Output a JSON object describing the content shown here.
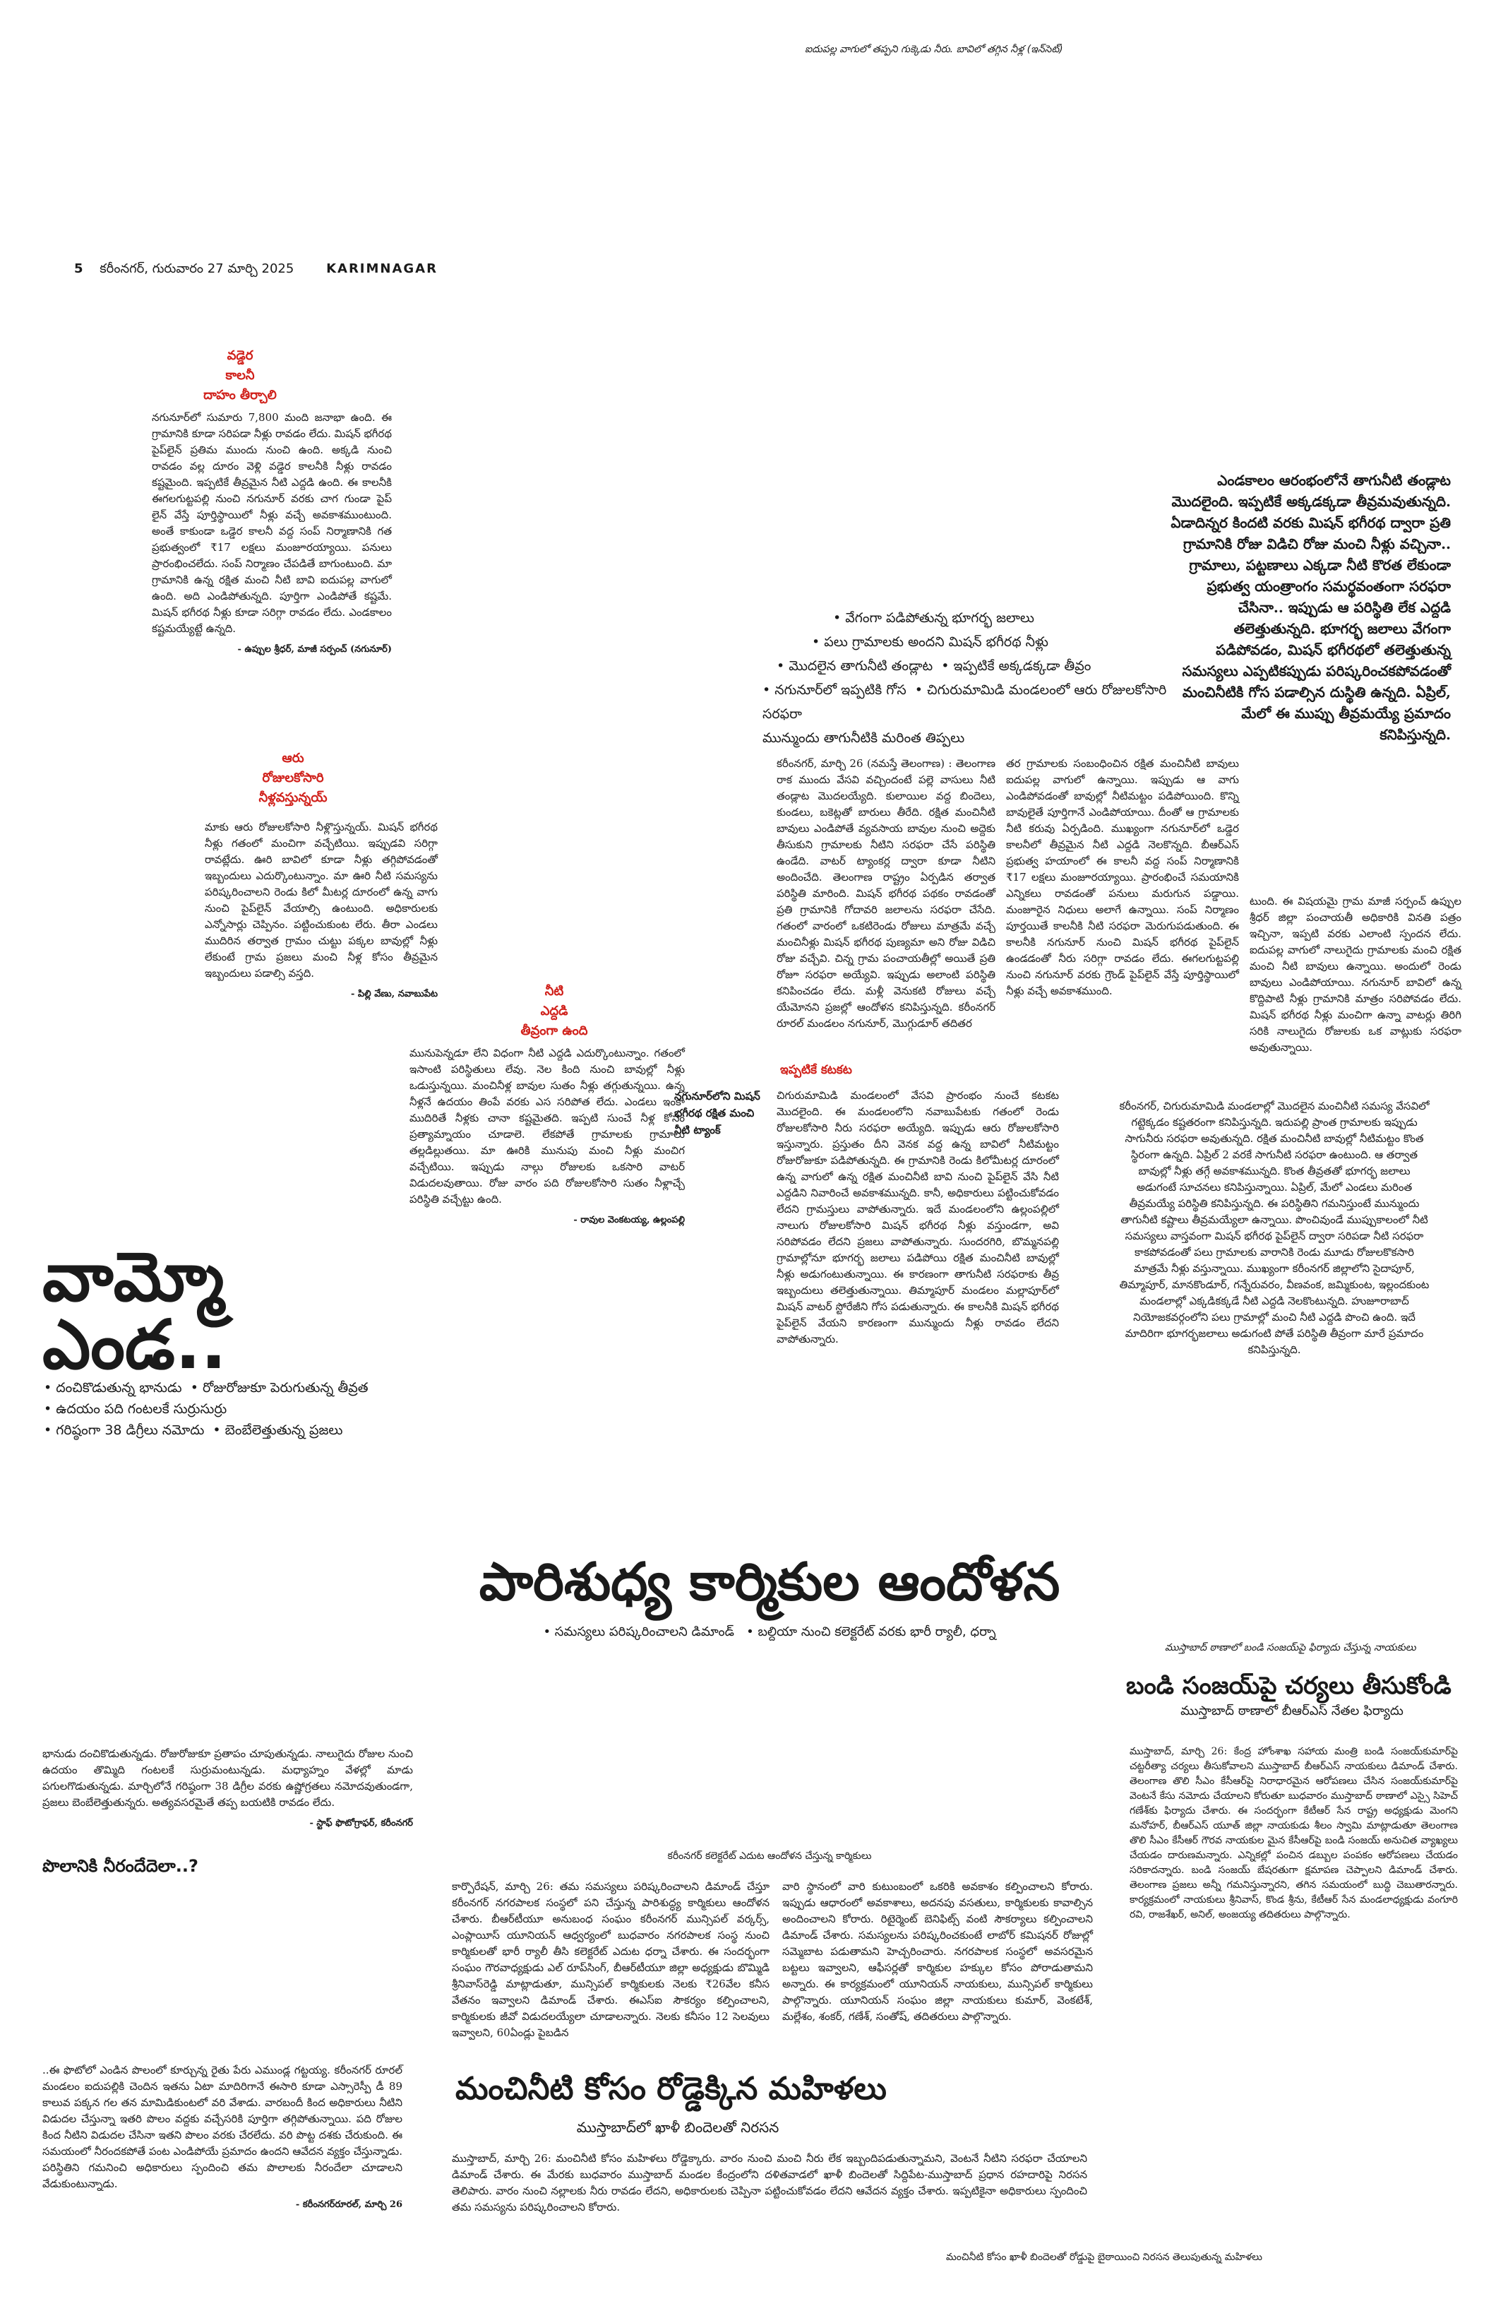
{
  "top_caption": "ఐదుపల్ల వాగులో తప్పని గుక్కెడు నీరు. బావిలో తగ్గిన నీళ్ల (ఇన్‌సెట్)",
  "header": {
    "page_no": "5",
    "dateline": "కరీంనగర్, గురువారం 27 మార్చి 2025",
    "edition": "KARIMNAGAR"
  },
  "box1": {
    "title": [
      "వడ్డెర",
      "కాలనీ",
      "దాహం తీర్చాలి"
    ],
    "body": "నగునూర్‌లో సుమారు 7,800 మంది జనాభా ఉంది. ఈ గ్రామానికి కూడా సరిపడా నీళ్లు రావడం లేదు. మిషన్ భగీరథ పైప్‌లైన్ ప్రతిమ ముందు నుంచి ఉంది. అక్కడి నుంచి రావడం వల్ల దూరం వెళ్లి వడ్డెర కాలనీకి నీళ్లు రావడం కష్టమైంది. ఇప్పటికే తీవ్రమైన నీటి ఎద్దడి ఉంది. ఈ కాలనీకి ఈగలగుట్టపల్లి నుంచి నగునూర్ వరకు చాగ గుండా పైప్ లైన్ వేస్తే పూర్తిస్థాయిలో నీళ్లు వచ్చే అవకాశముంటుంది. అంతే కాకుండా ఒడ్డెర కాలనీ వద్ద సంప్ నిర్మాణానికి గత ప్రభుత్వంలో ₹17 లక్షలు మంజూరయ్యాయి. పనులు ప్రారంభించలేదు. సంప్ నిర్మాణం చేపడితే బాగుంటుంది. మా గ్రామానికి ఉన్న రక్షిత మంచి నీటి బావి ఐదుపల్ల వాగులో ఉంది. అది ఎండిపోతున్నది. పూర్తిగా ఎండిపోతే కష్టమే. మిషన్ భగీరథ నీళ్లు కూడా సరిగ్గా రావడం లేదు. ఎండకాలం కష్టమయ్యేట్టే ఉన్నది.",
    "signature": "- ఉప్పుల శ్రీధర్, మాజీ సర్పంచ్ (నగునూర్)"
  },
  "box2": {
    "title": [
      "ఆరు",
      "రోజులకోసారి",
      "నీళ్లవస్తున్నయ్"
    ],
    "body": "మాకు ఆరు రోజులకోసారి నీళ్లొస్తున్నయ్. మిషన్ భగీరథ నీళ్లు గతంలో మంచిగా వచ్చేటియి. ఇప్పుడవి సరిగ్గా రావట్లేదు. ఊరి బావిలో కూడా నీళ్లు తగ్గిపోవడంతో ఇబ్బందులు ఎదుర్కొంటున్నాం. మా ఊరి నీటి సమస్యను పరిష్కరించాలని రెండు కిలో మీటర్ల దూరంలో ఉన్న వాగు నుంచి పైప్‌లైన్ వేయాల్సి ఉంటుంది. అధికారులకు ఎన్నోసార్లు చెప్పినం. పట్టించుకుంట లేరు. తీరా ఎండలు ముదిరిన తర్వాత గ్రామం చుట్టు పక్కల బావుల్లో నీళ్లు లేకుంటే గ్రామ ప్రజలు మంచి నీళ్ల కోసం తీవ్రమైన ఇబ్బందులు పడాల్సి వస్తది.",
    "signature": "- పిల్లి వేణు, నవాబుపేట"
  },
  "box3": {
    "title": [
      "నీటి",
      "ఎద్దడి",
      "తీవ్రంగా ఉంది"
    ],
    "body": "మునుపెన్నడూ లేని విధంగా నీటి ఎద్దడి ఎదుర్కొంటున్నాం. గతంలో ఇసాంటి పరిస్థితులు లేవు. నెల కింది నుంచి బావుల్లో నీళ్లు ఒడుస్తున్నయి. మంచినీళ్ల బావుల సుతం నీళ్లు తగ్గుతున్నయి. ఉన్న నీళ్లనే ఉదయం తింపే వరకు ఎస సరిపోత లేదు. ఎండలు ఇంకా ముదిరితే నీళ్లకు చానా కష్టమైతది. ఇప్పటి సుంచే నీళ్ల కోసం ప్రత్యామ్నాయం చూడాలె. లేకపోతే గ్రామాలకు గ్రామాలు తల్లడిల్లుతయి. మా ఊరికి మునుపు మంచి నీళ్లు మంచిగ వచ్చేటియి. ఇప్పుడు నాల్గు రోజులకు ఒకసారి వాటర్ విడుదలవుతాయి. రోజు వారం పది రోజులకోసారి సుతం నీళ్లాచ్చే పరిస్థితి వచ్చేట్టు ఉంది.",
    "signature": "- రావుల వెంకటయ్య, ఉల్లంపల్లి"
  },
  "mid_bullets": [
    "వేగంగా పడిపోతున్న భూగర్భ జలాలు",
    "పలు గ్రామాలకు అందని మిషన్ భగీరథ నీళ్లు",
    "మొదలైన తాగునీటి తండ్లాట",
    "ఇప్పటికే అక్కడక్కడా తీవ్రం",
    "నగునూర్‌లో ఇప్పటికి గోస",
    "చిగురుమామిడి మండలంలో ఆరు రోజులకోసారి సరఫరా",
    "మున్ముందు తాగునీటికి మరింత తిప్పలు"
  ],
  "intro": {
    "text": "ఎండకాలం ఆరంభంలోనే తాగునీటి తండ్లాట మొదలైంది. ఇప్పటికే అక్కడక్కడా తీవ్రమవుతున్నది. ఏడాదిన్నర కిందటి వరకు మిషన్ భగీరథ ద్వారా ప్రతి గ్రామానికి రోజు విడిచి రోజు మంచి నీళ్లు వచ్చినా.. గ్రామాలు, పట్టణాలు ఎక్కడా నీటి కొరత లేకుండా ప్రభుత్వ యంత్రాంగం సమర్థవంతంగా సరఫరా చేసినా.. ఇప్పుడు ఆ పరిస్థితి లేక ఎద్దడి తలెత్తుతున్నది. భూగర్భ జలాలు వేగంగా పడిపోవడం, మిషన్ భగీరథలో తలెత్తుతున్న సమస్యలు ఎప్పటికప్పుడు పరిష్కరించకపోవడంతో మంచినీటికి గోస పడాల్సిన దుస్థితి ఉన్నది. ఏప్రిల్, మేలో ఈ ముప్పు తీవ్రమయ్యే ప్రమాదం కనిపిస్తున్నది."
  },
  "col_a": "కరీంనగర్, మార్చి 26 (నమస్తే తెలంగాణ) : తెలంగాణ రాక ముందు వేసవి వచ్చిందంటే పల్లె వాసులు నీటి తండ్లాట మొదలయ్యేది. కులాయిల వద్ద బిందెలు, కుండలు, బకెట్లతో బారులు తీరేది. రక్షిత మంచినీటి బావులు ఎండిపోతే వ్యవసాయ బావుల నుంచి అద్దెకు తీసుకుని గ్రామాలకు నీటిని సరఫరా చేసే పరిస్థితి ఉండేది. వాటర్ ట్యాంకర్ల ద్వారా కూడా నీటిని అందించేది. తెలంగాణ రాష్ట్రం ఏర్పడిన తర్వాత పరిస్థితి మారింది. మిషన్ భగీరథ పథకం రావడంతో ప్రతి గ్రామానికి గోదావరి జలాలను సరఫరా చేసేది. గతంలో వారంలో ఒకటిరెండు రోజులు మాత్రమే వచ్చే మంచినీళ్లు మిషన్ భగీరథ పుణ్యమా అని రోజు విడిచి రోజు వచ్చేవి. చిన్న గ్రామ పంచాయతీల్లో అయితే ప్రతి రోజూ సరఫరా అయ్యేవి. ఇప్పుడు అలాంటి పరిస్థితి కనిపించడం లేదు. మళ్లీ వెనుకటి రోజులు వచ్చే యేమోనని ప్రజల్లో ఆందోళన కనిపిస్తున్నది. కరీంనగర్ రూరల్ మండలం నగునూర్, మొగ్గుడూర్ తదితర",
  "col_b": "తర గ్రామాలకు సంబంధించిన రక్షిత మంచినీటి బావులు ఐదుపల్ల వాగులో ఉన్నాయి. ఇప్పుడు ఆ వాగు ఎండిపోవడంతో బావుల్లో నీటిమట్టం పడిపోయింది. కొన్ని బావులైతే పూర్తిగానే ఎండిపోయాయి. దీంతో ఆ గ్రామాలకు నీటి కరువు ఏర్పడింది. ముఖ్యంగా నగునూర్‌లో ఒడ్డెర కాలనీలో తీవ్రమైన నీటి ఎద్దడి నెలకొన్నది. బీఆర్ఎస్ ప్రభుత్వ హయాంలో ఈ కాలనీ వద్ద సంప్ నిర్మాణానికి ₹17 లక్షలు మంజూరయ్యాయి. ప్రారంభించే సమయానికి ఎన్నికలు రావడంతో పనులు మరుగున పడ్డాయి. మంజూరైన నిధులు అలాగే ఉన్నాయి. సంప్ నిర్మాణం పూర్తయితే కాలనీకి నీటి సరఫరా మెరుగుపడుతుంది. ఈ కాలనీకి నగునూర్ నుంచి మిషన్ భగీరథ పైప్‌లైన్ ఉండడంతో నీరు సరిగ్గా రావడం లేదు. ఈగలగుట్టపల్లి నుంచి నగునూర్ వరకు గ్రౌండ్ పైప్‌లైన్ వేస్తే పూర్తిస్థాయిలో నీళ్లు వచ్చే అవకాశముంది.",
  "photo_caption": "నగునూర్‌లోని మిషన్ భగీరథ రక్షిత మంచి నీటి ట్యాంక్",
  "col_c_head": "ఇప్పటికే కటకట",
  "col_c": "చిగురుమామిడి మండలంలో వేసవి ప్రారంభం నుంచే కటకట మొదలైంది. ఈ మండలంలోని నవాబుపేటకు గతంలో రెండు రోజులకోసారి నీరు సరఫరా అయ్యేది. ఇప్పుడు ఆరు రోజులకోసారి ఇస్తున్నారు. ప్రస్తుతం దీని వెనక వద్ద ఉన్న బావిలో నీటిమట్టం రోజురోజుకూ పడిపోతున్నది. ఈ గ్రామానికి రెండు కిలోమీటర్ల దూరంలో ఉన్న వాగులో ఉన్న రక్షిత మంచినీటి బావి నుంచి పైప్‌లైన్ వేసి నీటి ఎద్దడిని నివారించే అవకాశమున్నది. కానీ, అధికారులు పట్టించుకోవడం లేదని గ్రామస్తులు వాపోతున్నారు. ఇదే మండలంలోని ఉల్లంపల్లిలో నాలుగు రోజులకోసారి మిషన్ భగీరథ నీళ్లు వస్తుండగా, అవి సరిపోవడం లేదని ప్రజలు వాపోతున్నారు. సుందరగిరి, బొమ్మనపల్లి గ్రామాల్లోనూ భూగర్భ జలాలు పడిపోయి రక్షిత మంచినీటి బావుల్లో నీళ్లు అడుగంటుతున్నాయి. ఈ కారణంగా తాగునీటి సరఫరాకు తీవ్ర ఇబ్బందులు తలెత్తుతున్నాయి. తిమ్మాపూర్ మండలం మల్లాపూర్‌లో మిషన్ వాటర్ స్టోరేజీని గోస పడుతున్నారు. ఈ కాలనీకి మిషన్ భగీరథ పైప్‌లైన్ వేయని కారణంగా మున్ముందు నీళ్లు రావడం లేదని వాపోతున్నారు.",
  "col_d": "టుంది. ఈ విషయమై గ్రామ మాజీ సర్పంచ్ ఉప్పుల శ్రీధర్ జిల్లా పంచాయతీ అధికారికి వినతి పత్రం ఇచ్చినా, ఇప్పటి వరకు ఎలాంటి స్పందన లేదు. ఐదుపల్ల వాగులో నాలుగైదు గ్రామాలకు మంచి రక్షిత మంచి నీటి బావులు ఉన్నాయి. అందులో రెండు బావులు ఎండిపోయాయి. నగునూర్ బావిలో ఉన్న కొద్దిపాటి నీళ్లు గ్రామానికి మాత్రం సరిపోవడం లేదు. మిషన్ భగీరథ నీళ్లు మంచిగా ఉన్నా వాటర్లు తిరిగి సరికి నాలుగైదు రోజులకు ఒక వాట్లుకు సరఫరా అవుతున్నాయి.",
  "col_e": "కరీంనగర్, చిగురుమామిడి మండలాల్లో మొదలైన మంచినీటి సమస్య వేసవిలో గట్టెక్కడం కష్టతరంగా కనిపిస్తున్నది. ఇదుపల్లి ప్రాంత గ్రామాలకు ఇప్పుడు సాగునీరు సరఫరా అవుతున్నది. రక్షిత మంచినీటి బావుల్లో నీటిమట్టం కొంత స్థిరంగా ఉన్నది. ఏప్రిల్ 2 వరకే సాగునీటి సరఫరా ఉంటుంది. ఆ తర్వాత బావుల్లో నీళ్లు తగ్గే అవకాశమున్నది. కొంత తీవ్రతతో భూగర్భ జలాలు అడుగంటే సూచనలు కనిపిస్తున్నాయి. ఏప్రిల్, మేలో ఎండలు మరింత తీవ్రమయ్యే పరిస్థితి కనిపిస్తున్నది. ఈ పరిస్థితిని గమనిస్తుంటే మున్ముందు తాగునీటి కష్టాలు తీవ్రమయ్యేలా ఉన్నాయి. పొంచివుండే ముప్పుకాలంలో నీటి సమస్యలు వాస్తవంగా మిషన్ భగీరథ పైప్‌లైన్ ద్వారా సరిపడా నీటి సరఫరా కాకపోవడంతో పలు గ్రామాలకు వారానికి రెండు మూడు రోజులకొకసారి మాత్రమే నీళ్లు వస్తున్నాయి. ముఖ్యంగా కరీంనగర్ జిల్లాలోని సైదాపూర్, తిమ్మాపూర్, మానకొండూర్, గన్నేరువరం, వీణవంక, జమ్మికుంట, ఇల్లందకుంట మండలాల్లో ఎక్కడికక్కడే నీటి ఎద్దడి నెలకొంటున్నది. హుజూరాబాద్ నియోజకవర్గంలోని పలు గ్రామాల్లో మంచి నీటి ఎద్దడి పొంచి ఉంది. ఇదే మాదిరిగా భూగర్భజలాలు అడుగంటి పోతే పరిస్థితి తీవ్రంగా మారే ప్రమాదం కనిపిస్తున్నది.",
  "vamma": {
    "headline_1": "వామ్మో",
    "headline_2": "ఎండ..",
    "bullets": [
      "దంచికొడుతున్న భానుడు",
      "రోజురోజుకూ పెరుగుతున్న తీవ్రత",
      "ఉదయం పది గంటలకే సుర్రుసుర్రు",
      "గరిష్ఠంగా 38 డిగ్రీలు నమోదు",
      "బెంబేలెత్తుతున్న ప్రజలు"
    ],
    "body": "భానుడు దంచికొడుతున్నడు. రోజురోజుకూ ప్రతాపం చూపుతున్నడు. నాలుగైదు రోజుల నుంచి ఉదయం తొమ్మిది గంటలకే సుర్రుమంటున్నడు. మధ్యాహ్నం వేళల్లో మాడు పగులగొడుతున్నడు. మార్చిలోనే గరిష్ఠంగా 38 డిగ్రీల వరకు ఉష్ణోగ్రతలు నమోదవుతుండగా, ప్రజలు బెంబేలెత్తుతున్నరు. అత్యవసరమైతే తప్ప బయటికి రావడం లేదు.",
    "signature": "- స్టాఫ్ ఫొటోగ్రాఫర్, కరీంనగర్"
  },
  "polam": {
    "headline": "పొలానికి నీరందేదెలా..?",
    "body": "..ఈ ఫొటోలో ఎండిన పొలంలో కూర్చున్న రైతు పేరు ఎముండ్ల గట్టయ్య. కరీంనగర్ రూరల్ మండలం ఐదుపల్లికి చెందిన ఇతను ఏటా మాదిరిగానే ఈసారి కూడా ఎస్సారెస్పీ డీ 89 కాలువ పక్కన గల తన మామిడికుంటలో వరి వేశాడు. వారబందీ కింద అధికారులు నీటిని విడుదల చేస్తున్నా ఇతరి పొలం వద్దకు వచ్చేసరికి పూర్తిగా తగ్గిపోతున్నాయి. పది రోజుల కింద నీటిని విడుదల చేసినా ఇతని పొలం వరకు చేరలేదు. వరి పొట్ట దశకు చేరుకుంది. ఈ సమయంలో నీరందకపోతే పంట ఎండిపోయే ప్రమాదం ఉందని ఆవేదన వ్యక్తం చేస్తున్నాడు. పరిస్థితిని గమనించి అధికారులు స్పందించి తమ పొలాలకు నీరందేలా చూడాలని వేడుకుంటున్నాడు.",
    "signature": "- కరీంనగర్‌రూరల్, మార్చి 26"
  },
  "parishudhya": {
    "headline": "పారిశుధ్య కార్మికుల ఆందోళన",
    "sub_1": "సమస్యలు పరిష్కరించాలని డిమాండ్",
    "sub_2": "బల్దియా నుంచి కలెక్టరేట్ వరకు భారీ ర్యాలీ, ధర్నా",
    "photo_caption": "కరీంనగర్ కలెక్టరేట్ ఎదుట ఆందోళన చేస్తున్న కార్మికులు",
    "col_1": "కార్పొరేషన్, మార్చి 26: తమ సమస్యలు పరిష్కరించాలని డిమాండ్ చేస్తూ కరీంనగర్ నగరపాలక సంస్థలో పని చేస్తున్న పారిశుద్ధ్య కార్మికులు ఆందోళన చేశారు. బీఆర్‌టీయూ అనుబంధ సంఘం కరీంనగర్ మున్సిపల్ వర్కర్స్, ఎంప్లాయీస్ యూనియన్ ఆధ్వర్యంలో బుధవారం నగరపాలక సంస్థ నుంచి కార్మికులతో భారీ ర్యాలీ తీసి కలెక్టరేట్ ఎదుట ధర్నా చేశారు. ఈ సందర్భంగా సంఘం గౌరవాధ్యక్షుడు ఎల్ రూప్‌సింగ్, బీఆర్‌టీయూ జిల్లా అధ్యక్షుడు బొమ్మిడి శ్రీనివాస్‌రెడ్డి మాట్లాడుతూ, మున్సిపల్ కార్మికులకు నెలకు ₹26వేల కనీస వేతనం ఇవ్వాలని డిమాండ్ చేశారు. ఈఎస్‌ఐ సౌకర్యం కల్పించాలని, కార్మికులకు జీవో విడుదలయ్యేలా చూడాలన్నారు. నెలకు కనీసం 12 సెలవులు ఇవ్వాలని, 60ఏండ్లు పైబడిన",
    "col_2": "వారి స్థానంలో వారి కుటుంబంలో ఒకరికి అవకాశం కల్పించాలని కోరారు. ఇప్పుడు ఆధారంలో అవకాశాలు, అదనపు వసతులు, కార్మికులకు కావాల్సిన అందించాలని కోరారు. రిటైర్మెంట్ బెనిఫిట్స్ వంటి సౌకర్యాలు కల్పించాలని డిమాండ్ చేశారు. సమస్యలను పరిష్కరించకుంటే లాబోర్ కమిషనర్ రోజుల్లో సమ్మెబాట పడుతామని హెచ్చరించారు. నగరపాలక సంస్థలో అవసరమైన బట్టలు ఇవ్వాలని, ఆఫీసర్లతో కార్మికుల హక్కుల కోసం పోరాడుతామని అన్నారు. ఈ కార్యక్రమంలో యూనియన్ నాయకులు, మున్సిపల్ కార్మికులు పాల్గొన్నారు. యూనియన్ సంఘం జిల్లా నాయకులు కుమార్, వెంకటేశ్, మల్లేశం, శంకర్, గణేశ్, సంతోష్, తదితరులు పాల్గొన్నారు."
  },
  "bandi": {
    "top_caption": "ముస్తాబాద్ ఠాణాలో బండి సంజయ్‌పై ఫిర్యాదు చేస్తున్న నాయకులు",
    "headline": "బండి సంజయ్‌పై చర్యలు తీసుకోండి",
    "sub": "ముస్తాబాద్ ఠాణాలో బీఆర్ఎస్ నేతల ఫిర్యాదు",
    "body": "ముస్తాబాద్, మార్చి 26: కేంద్ర హోంశాఖ సహాయ మంత్రి బండి సంజయ్‌కుమార్‌పై చట్టరీత్యా చర్యలు తీసుకోవాలని ముస్తాబాద్ బీఆర్ఎస్ నాయకులు డిమాండ్ చేశారు. తెలంగాణ తొలి సీఎం కేసీఆర్‌పై నిరాధారమైన ఆరోపణలు చేసిన సంజయ్‌కుమార్‌పై వెంటనే కేసు నమోదు చేయాలని కోరుతూ బుధవారం ముస్తాబాద్ ఠాణాలో ఎస్సై సిహెచ్ గణేశ్‌కు ఫిర్యాదు చేశారు. ఈ సందర్భంగా కేటీఆర్ సేన రాష్ట్ర అధ్యక్షుడు మెంగని మనోహర్, బీఆర్ఎస్ యూత్ జిల్లా నాయకుడు శీలం స్వామి మాట్లాడుతూ తెలంగాణ తొలి సీఎం కేసీఆర్ గౌరవ నాయకుల మైన కేసీఆర్‌పై బండి సంజయ్ అనుచిత వ్యాఖ్యలు చేయడం దారుణమన్నారు. ఎన్నికల్లో పంచిన డబ్బుల పంపకం ఆరోపణలు చేయడం సరికాదన్నారు. బండి సంజయ్ బేషరతుగా క్షమాపణ చెప్పాలని డిమాండ్ చేశారు. తెలంగాణ ప్రజలు అన్నీ గమనిస్తున్నారని, తగిన సమయంలో బుద్ధి చెబుతారన్నారు. కార్యక్రమంలో నాయకులు శ్రీనివాస్, కొండ శ్రీను, కేటీఆర్ సేన మండలాధ్యక్షుడు వంగూరి రవి, రాజశేఖర్, అనిల్, అంజయ్య తదితరులు పాల్గొన్నారు."
  },
  "mancineeti": {
    "headline": "మంచినీటి కోసం రోడ్డెక్కిన మహిళలు",
    "sub": "ముస్తాబాద్‌లో ఖాళీ బిందెలతో నిరసన",
    "body": "ముస్తాబాద్, మార్చి 26: మంచినీటి కోసం మహిళలు రోడ్డెక్కారు. వారం నుంచి మంచి నీరు లేక ఇబ్బందిపడుతున్నామని, వెంటనే నీటిని సరఫరా చేయాలని డిమాండ్ చేశారు. ఈ మేరకు బుధవారం ముస్తాబాద్ మండల కేంద్రంలోని దళితవాడలో ఖాళీ బిందెలతో సిద్దిపేట-ముస్తాబాద్ ప్రధాన రహదారిపై నిరసన తెలిపారు. వారం నుంచి నల్లాలకు నీరు రావడం లేదని, అధికారులకు చెప్పినా పట్టించుకోవడం లేదని ఆవేదన వ్యక్తం చేశారు. ఇప్పటికైనా అధికారులు స్పందించి తమ సమస్యను పరిష్కరించాలని కోరారు.",
    "photo_caption": "మంచినీటి కోసం ఖాళీ బిందెలతో రోడ్డుపై బైఠాయించి నిరసన తెలుపుతున్న మహిళలు"
  }
}
